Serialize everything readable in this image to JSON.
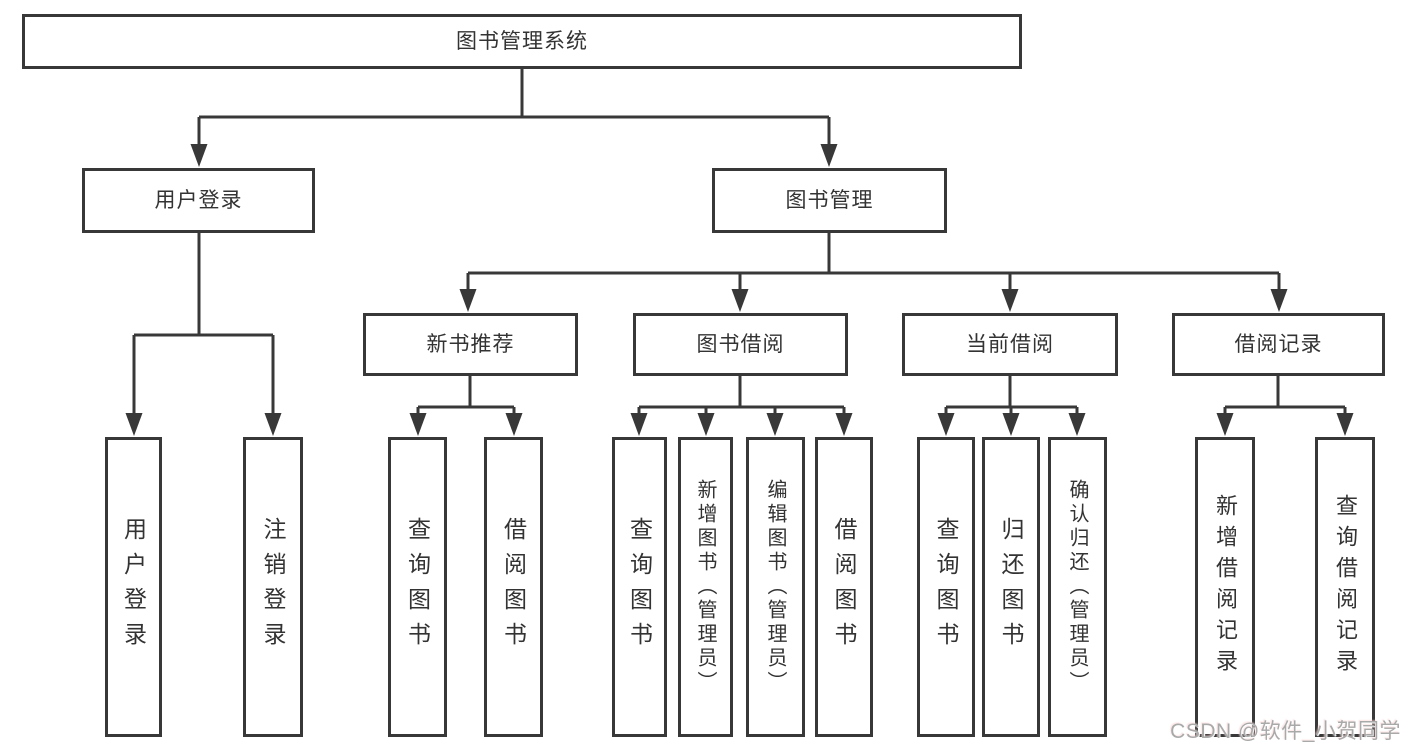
{
  "diagram": {
    "root": {
      "label": "图书管理系统"
    },
    "user_login": {
      "label": "用户登录",
      "children": [
        {
          "label": "用户登录"
        },
        {
          "label": "注销登录"
        }
      ]
    },
    "book_mgmt": {
      "label": "图书管理",
      "sections": [
        {
          "label": "新书推荐",
          "children": [
            {
              "label": "查询图书"
            },
            {
              "label": "借阅图书"
            }
          ]
        },
        {
          "label": "图书借阅",
          "children": [
            {
              "label": "查询图书"
            },
            {
              "label": "新增图书（管理员）"
            },
            {
              "label": "编辑图书（管理员）"
            },
            {
              "label": "借阅图书"
            }
          ]
        },
        {
          "label": "当前借阅",
          "children": [
            {
              "label": "查询图书"
            },
            {
              "label": "归还图书"
            },
            {
              "label": "确认归还（管理员）"
            }
          ]
        },
        {
          "label": "借阅记录",
          "children": [
            {
              "label": "新增借阅记录"
            },
            {
              "label": "查询借阅记录"
            }
          ]
        }
      ]
    }
  },
  "watermark": {
    "text": "CSDN @软件_小贺同学"
  },
  "colors": {
    "line": "#383838",
    "text": "#333333",
    "background": "#ffffff",
    "watermark": "#a9a9a9"
  }
}
